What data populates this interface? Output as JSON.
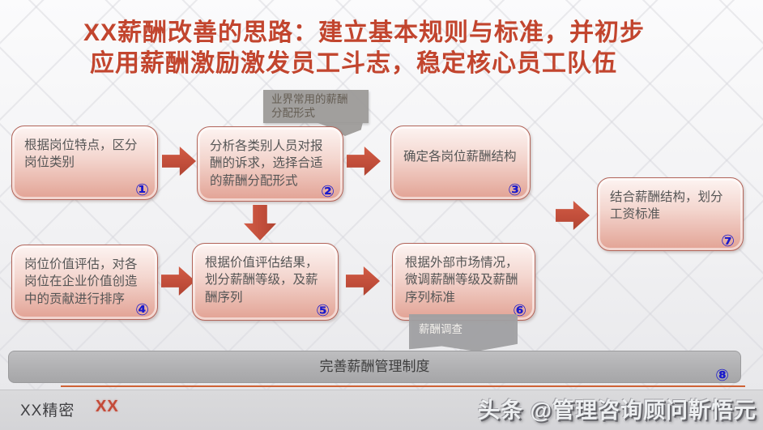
{
  "title": {
    "line1": "XX薪酬改善的思路：建立基本规则与标准，并初步",
    "line2": "应用薪酬激励激发员工斗志，稳定核心员工队伍"
  },
  "callouts": {
    "industry": {
      "line1": "业界常用的薪酬",
      "line2": "分配形式"
    },
    "survey": {
      "text": "薪酬调查"
    }
  },
  "boxes": [
    {
      "num": "①",
      "text": "根据岗位特点，区分岗位类别"
    },
    {
      "num": "②",
      "text": "分析各类别人员对报酬的诉求，选择合适的薪酬分配形式"
    },
    {
      "num": "③",
      "text": "确定各岗位薪酬结构"
    },
    {
      "num": "④",
      "text": "岗位价值评估，对各岗位在企业价值创造中的贡献进行排序"
    },
    {
      "num": "⑤",
      "text": "根据价值评估结果，划分薪酬等级，及薪酬序列"
    },
    {
      "num": "⑥",
      "text": "根据外部市场情况，微调薪酬等级及薪酬序列标准"
    },
    {
      "num": "⑦",
      "text": "结合薪酬结构，划分工资标准"
    }
  ],
  "bottom_bar": {
    "text": "完善薪酬管理制度",
    "num": "⑧"
  },
  "footer": {
    "company": "XX精密",
    "watermark_left": "XX",
    "watermark_right": "头条 @管理咨询顾问靳悟元"
  },
  "colors": {
    "title": "#c2452e",
    "arrow": "#c6503c",
    "number": "#1a1acc",
    "box_border": "#b2655a",
    "box_fill_top": "#fdf4f2",
    "box_fill_bottom": "#e2a294",
    "callout_bg": "#9d9b99",
    "bar_bg": "#b0b0b2",
    "underline": "#cf6236"
  }
}
